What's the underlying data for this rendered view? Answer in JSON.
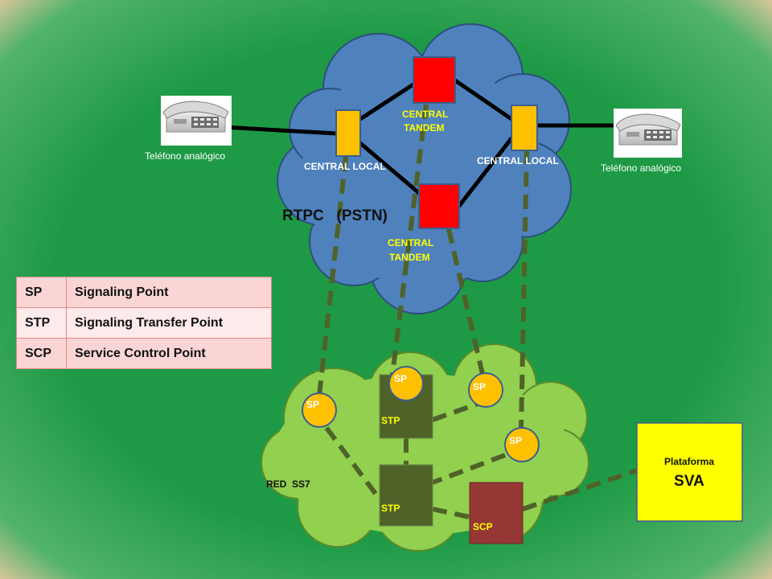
{
  "pstn": {
    "title": "RTPC   (PSTN)",
    "tandem_label_line1": "CENTRAL",
    "tandem_label_line2": "TANDEM",
    "local_label": "CENTRAL LOCAL"
  },
  "phones": {
    "left_label": "Teléfono analógico",
    "right_label": "Teléfono analógico"
  },
  "ss7": {
    "title": "RED  SS7",
    "sp_label": "SP",
    "stp_label": "STP",
    "scp_label": "SCP"
  },
  "sva": {
    "line1": "Plataforma",
    "line2": "SVA"
  },
  "legend": [
    {
      "abbr": "SP",
      "full": "Signaling Point"
    },
    {
      "abbr": "STP",
      "full": "Signaling Transfer Point"
    },
    {
      "abbr": "SCP",
      "full": "Service Control Point"
    }
  ],
  "colors": {
    "background": "#1e9a46",
    "pstn_cloud": "#4f81bd",
    "ss7_cloud": "#92d050",
    "tandem": "#ff0000",
    "local": "#ffc000",
    "stp": "#4f6228",
    "scp": "#953735",
    "sva": "#ffff00",
    "signaling_link": "#4f6228",
    "trunk": "#000000",
    "label_white": "#ffffff",
    "label_yellow": "#ffff00"
  }
}
